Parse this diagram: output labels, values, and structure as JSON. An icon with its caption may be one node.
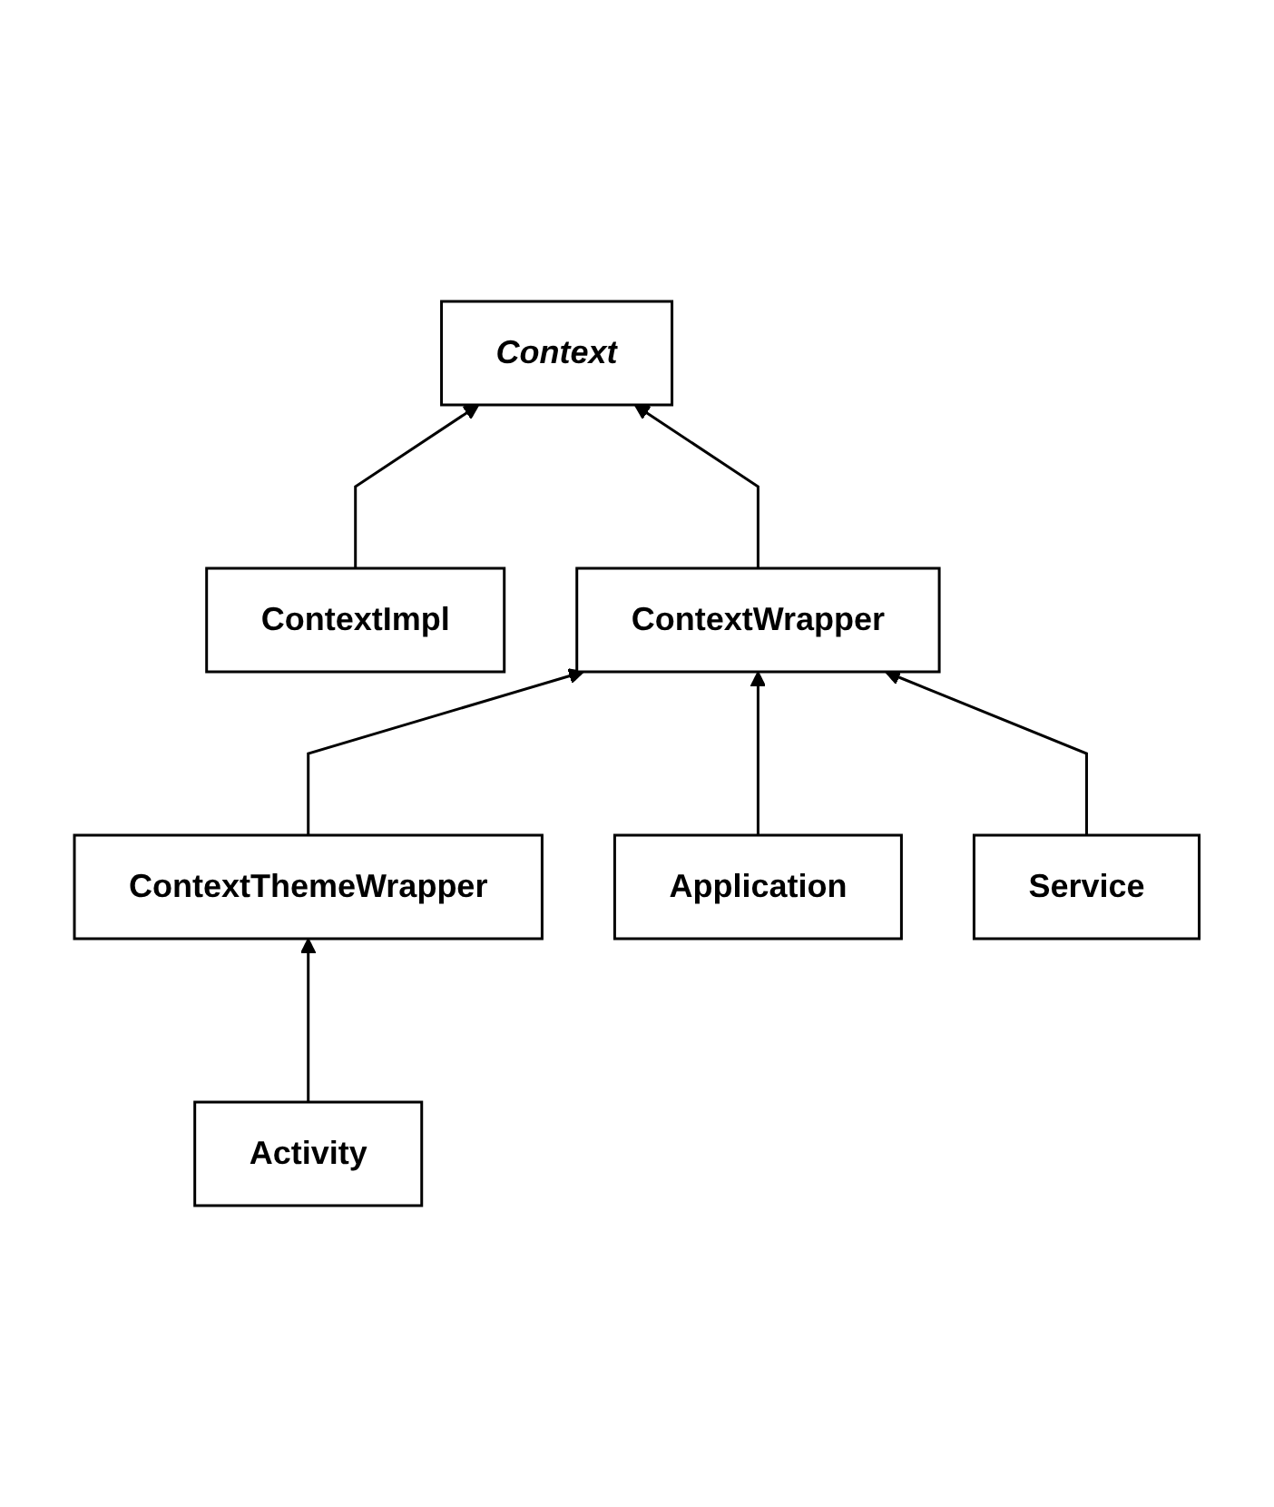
{
  "diagram": {
    "nodes": [
      {
        "text": [
          "Context"
        ]
      },
      {
        "text": [
          "ContextImpl"
        ]
      },
      {
        "text": [
          "ContextWrapper"
        ]
      },
      {
        "text": [
          "ContextThemeWrapper"
        ]
      },
      {
        "text": [
          "Application"
        ]
      },
      {
        "text": [
          "Service"
        ]
      },
      {
        "text": [
          "Activity"
        ]
      }
    ],
    "edges": [
      {
        "from": 1,
        "to": 0,
        "arrow": "to"
      },
      {
        "from": 2,
        "to": 0,
        "arrow": "to"
      },
      {
        "from": 3,
        "to": 2,
        "arrow": "to"
      },
      {
        "from": 4,
        "to": 2,
        "arrow": "to"
      },
      {
        "from": 5,
        "to": 2,
        "arrow": "to"
      },
      {
        "from": 6,
        "to": 3,
        "arrow": "to"
      }
    ]
  }
}
